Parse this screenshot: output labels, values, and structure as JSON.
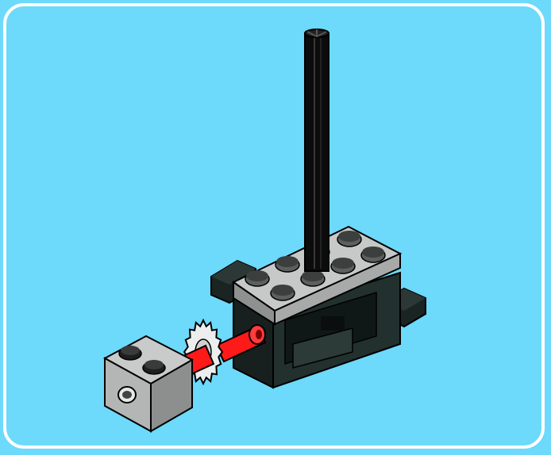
{
  "instruction_step": {
    "type": "lego-build-illustration",
    "colors": {
      "background": "#6dd9fb",
      "frame_border": "#ffffff",
      "brick_light_gray": "#c7c9c8",
      "brick_dark_gray": "#1e2a28",
      "axle_black": "#0c0c0c",
      "connector_red": "#ff1a1a",
      "gear_white": "#eceeee"
    },
    "parts": [
      {
        "name": "vertical-axle",
        "color": "black"
      },
      {
        "name": "plate-2x4",
        "color": "light-gray"
      },
      {
        "name": "gearbox-base",
        "color": "dark-gray"
      },
      {
        "name": "axle-connector",
        "color": "red"
      },
      {
        "name": "gear-16-tooth",
        "color": "white"
      },
      {
        "name": "technic-brick-1x2",
        "color": "light-gray"
      }
    ]
  }
}
